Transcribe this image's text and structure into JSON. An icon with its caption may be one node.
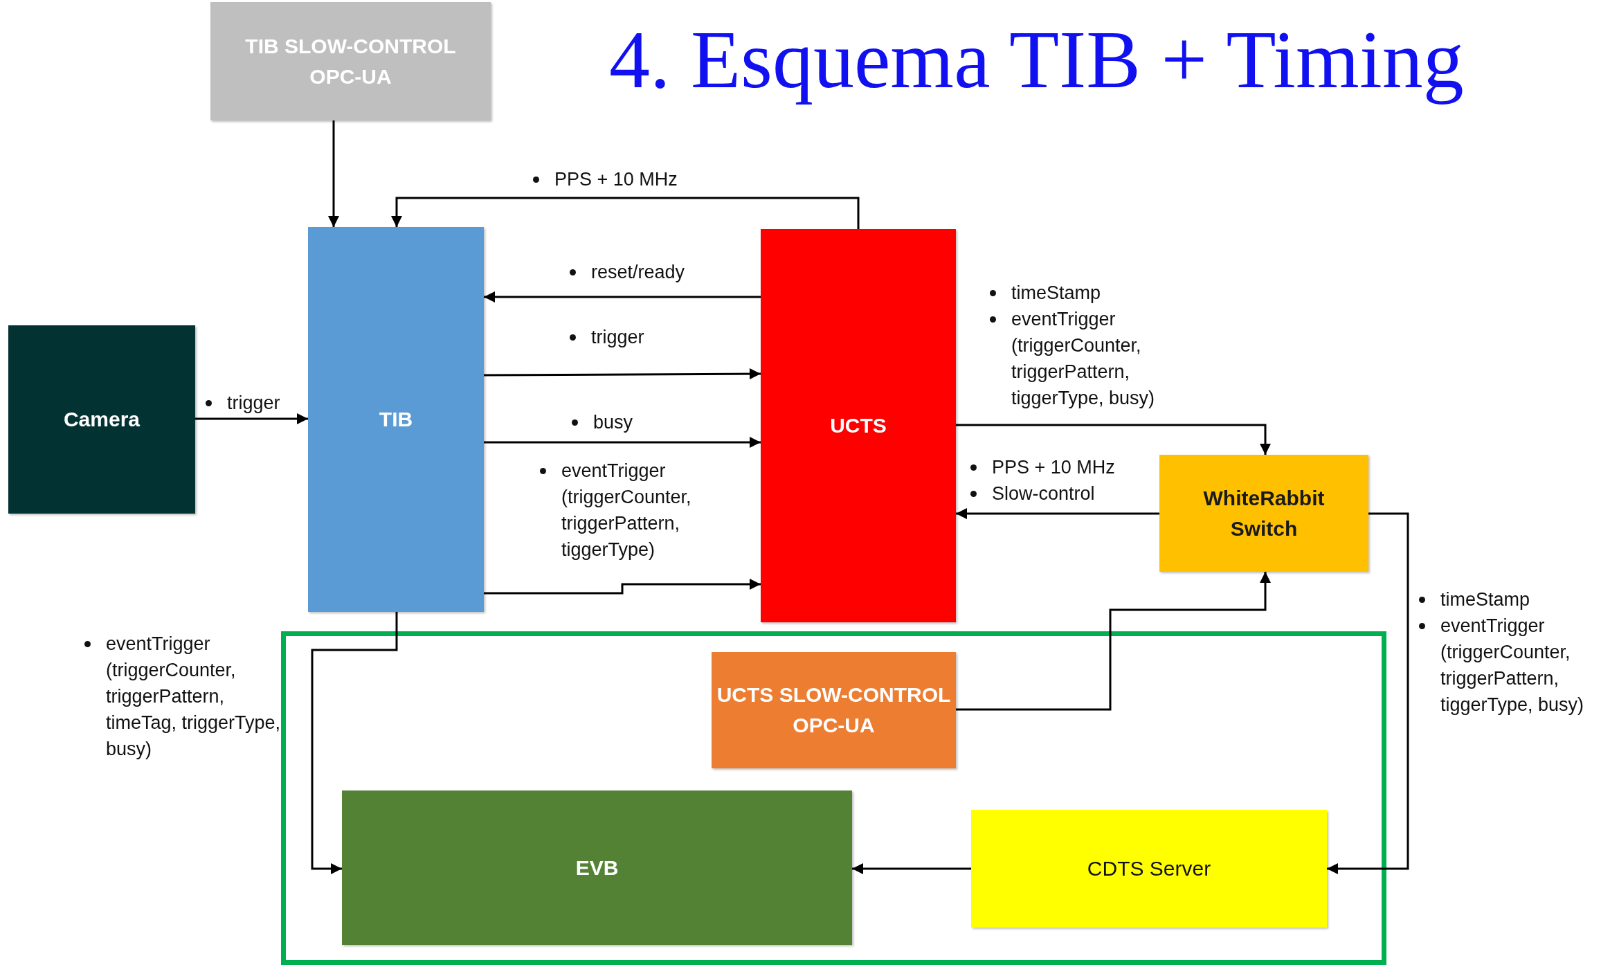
{
  "diagram": {
    "title": "4. Esquema TIB + Timing",
    "nodes": [
      {
        "text": [
          "TIB SLOW-CONTROL OPC-UA"
        ]
      },
      {
        "text": [
          "Camera"
        ]
      },
      {
        "text": [
          "TIB"
        ]
      },
      {
        "text": [
          "UCTS"
        ]
      },
      {
        "text": [
          "WhiteRabbit Switch"
        ]
      },
      {
        "text": [],
        "shape": "box"
      },
      {
        "text": [
          "UCTS SLOW-CONTROL OPC-UA"
        ],
        "in": 5
      },
      {
        "text": [
          "EVB"
        ],
        "in": 5
      },
      {
        "text": [
          "CDTS Server"
        ],
        "in": 5
      }
    ],
    "edges": [
      {
        "from": 0,
        "to": 2,
        "arrow": "to"
      },
      {
        "from": 3,
        "to": 2,
        "arrow": "to",
        "label": "PPS + 10 MHz"
      },
      {
        "from": 3,
        "to": 2,
        "arrow": "to",
        "label": "reset/ready"
      },
      {
        "from": 2,
        "to": 3,
        "arrow": "to",
        "label": "trigger"
      },
      {
        "from": 2,
        "to": 3,
        "arrow": "to",
        "label": "busy"
      },
      {
        "from": 2,
        "to": 3,
        "arrow": "to",
        "label": "eventTrigger (triggerCounter, triggerPattern, tiggerType)"
      },
      {
        "from": 1,
        "to": 2,
        "arrow": "to",
        "label": "trigger"
      },
      {
        "from": 3,
        "to": 4,
        "arrow": "to",
        "label": "eventTrigger (triggerCounter, triggerPattern, tiggerType, busy)"
      },
      {
        "from": 4,
        "to": 3,
        "arrow": "to",
        "label": "PPS + 10 MHz"
      },
      {
        "from": 2,
        "to": 7,
        "arrow": "to",
        "label": "eventTrigger (triggerCounter, triggerPattern, timeTag, triggerType, busy)"
      },
      {
        "from": 6,
        "to": 4,
        "arrow": "to"
      },
      {
        "from": 4,
        "to": 8,
        "arrow": "to",
        "label": "timeStamp"
      },
      {
        "from": 8,
        "to": 7,
        "arrow": "to"
      }
    ],
    "labels": [
      "timeStamp",
      "Slow-control",
      "eventTrigger (triggerCounter, triggerPattern, tiggerType, busy)"
    ]
  }
}
